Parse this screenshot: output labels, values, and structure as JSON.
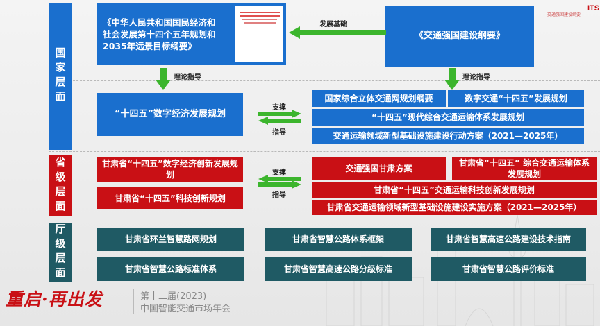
{
  "levels": {
    "national": "国家层面",
    "provincial": "省级层面",
    "department": "厅级层面"
  },
  "national": {
    "outline_main": "《中华人民共和国国民经济和社会发展第十四个五年规划和2035年远景目标纲要》",
    "outline_transport": "《交通强国建设纲要》",
    "digital_economy": "“十四五”数字经济发展规划",
    "plan_network": "国家综合立体交通网规划纲要",
    "plan_digital_transport": "数字交通“十四五”发展规划",
    "plan_modern_system": "“十四五”现代综合交通运输体系发展规划",
    "plan_infra": "交通运输领域新型基础设施建设行动方案（2021—2025年）"
  },
  "provincial": {
    "gansu_digital": "甘肃省“十四五”数字经济创新发展规划",
    "gansu_tech": "甘肃省“十四五”科技创新规划",
    "gansu_power": "交通强国甘肃方案",
    "gansu_system": "甘肃省“十四五” 综合交通运输体系发展规划",
    "gansu_transport_tech": "甘肃省“十四五”交通运输科技创新发展规划",
    "gansu_infra": "甘肃省交通运输领域新型基础设施建设实施方案（2021—2025年）"
  },
  "department": {
    "row1": [
      "甘肃省环兰智慧路网规划",
      "甘肃省智慧公路体系框架",
      "甘肃省智慧高速公路建设技术指南"
    ],
    "row2": [
      "甘肃省智慧公路标准体系",
      "甘肃省智慧高速公路分级标准",
      "甘肃省智慧公路评价标准"
    ]
  },
  "relations": {
    "foundation": "发展基础",
    "theory_guide_1": "理论指导",
    "theory_guide_2": "理论指导",
    "support_1": "支撑",
    "guide_1": "指导",
    "support_2": "支撑",
    "guide_2": "指导"
  },
  "footer": {
    "slogan": "重启·再出发",
    "session": "第十二届(2023)",
    "event": "中国智能交通市场年会"
  },
  "corner": {
    "tiny_text": "交通强国建设纲要",
    "logo_text": "ITS"
  },
  "colors": {
    "blue": "#1a6fce",
    "red": "#c91015",
    "teal": "#1f5a64",
    "arrow_green": "#3cb52d"
  }
}
